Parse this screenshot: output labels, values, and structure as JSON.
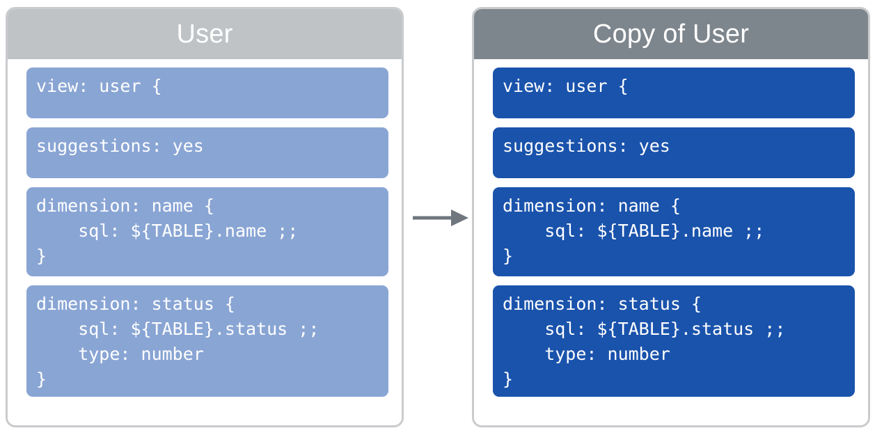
{
  "diagram": {
    "type": "before-after-copy",
    "arrow": {
      "icon": "arrow-right-icon",
      "direction": "right",
      "color": "#6f767e"
    },
    "colors": {
      "panel_border": "#c9cbcd",
      "header_original": "#bfc3c6",
      "header_copy": "#7e868d",
      "block_original": "#89a5d4",
      "block_copy": "#1a53ac",
      "text": "#ffffff",
      "background": "#ffffff"
    },
    "panels": [
      {
        "id": "original",
        "title": "User",
        "blocks": [
          {
            "name": "view-declaration",
            "code": "view: user {"
          },
          {
            "name": "suggestions-parameter",
            "code": "suggestions: yes"
          },
          {
            "name": "dimension-name",
            "code": "dimension: name {\n    sql: ${TABLE}.name ;;\n}"
          },
          {
            "name": "dimension-status",
            "code": "dimension: status {\n    sql: ${TABLE}.status ;;\n    type: number\n}"
          }
        ]
      },
      {
        "id": "copy",
        "title": "Copy of User",
        "blocks": [
          {
            "name": "view-declaration",
            "code": "view: user {"
          },
          {
            "name": "suggestions-parameter",
            "code": "suggestions: yes"
          },
          {
            "name": "dimension-name",
            "code": "dimension: name {\n    sql: ${TABLE}.name ;;\n}"
          },
          {
            "name": "dimension-status",
            "code": "dimension: status {\n    sql: ${TABLE}.status ;;\n    type: number\n}"
          }
        ]
      }
    ]
  }
}
